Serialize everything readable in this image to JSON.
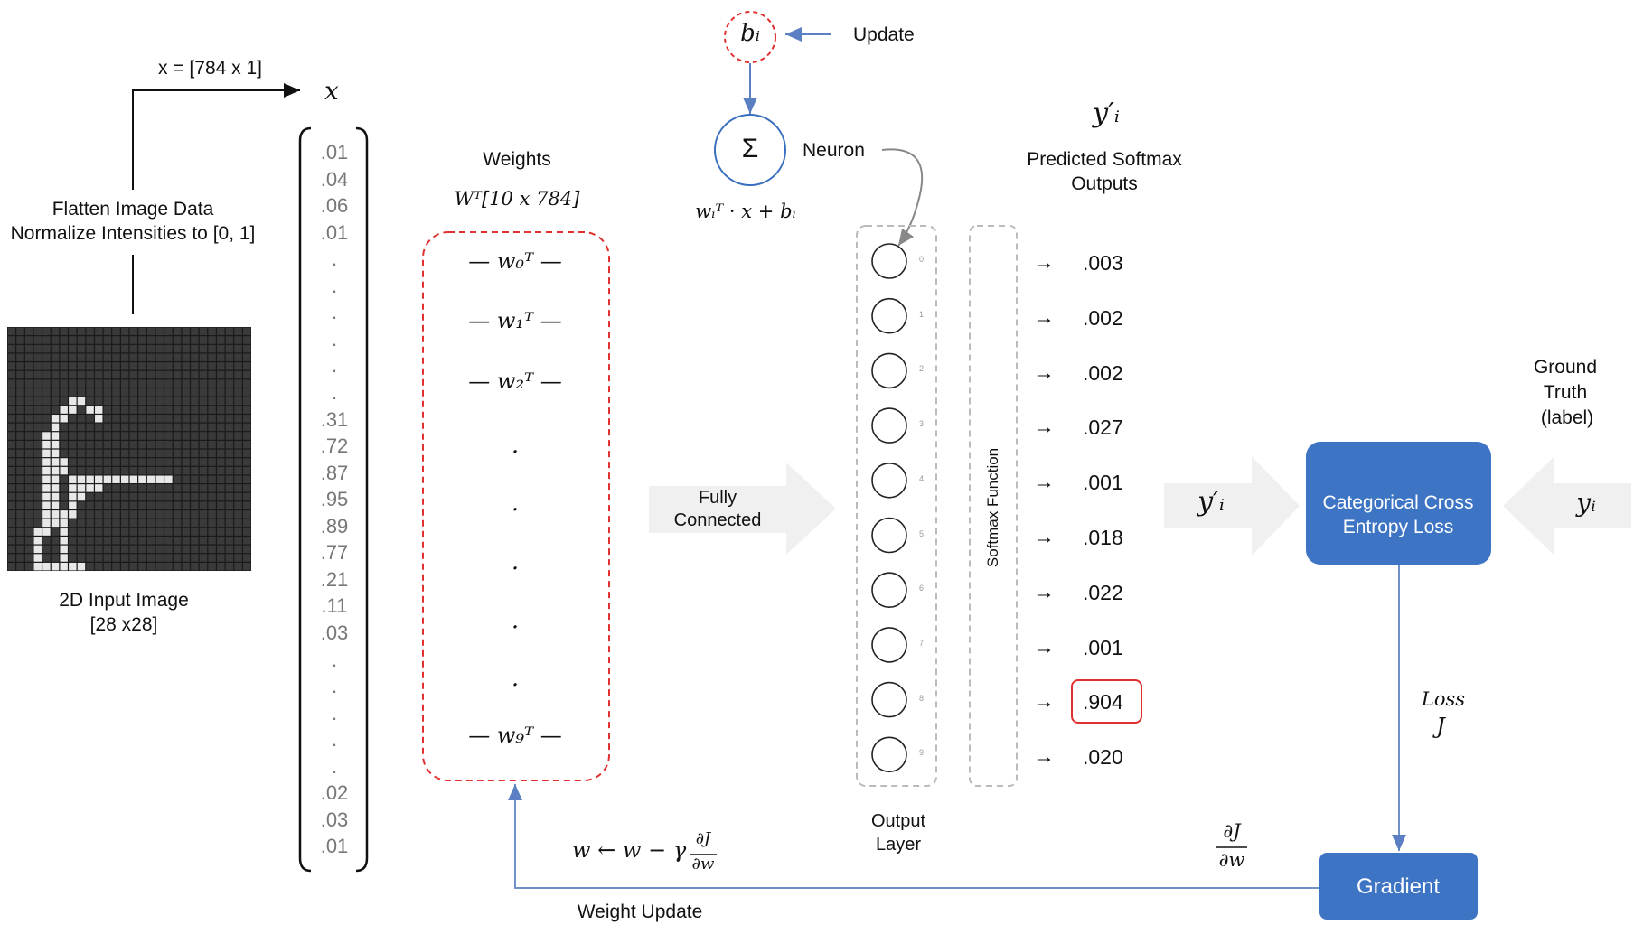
{
  "input_image": {
    "caption_line1": "2D Input Image",
    "caption_line2": "[28 x28]",
    "digit_pixels": [
      [
        7,
        8
      ],
      [
        8,
        8
      ],
      [
        6,
        9
      ],
      [
        7,
        9
      ],
      [
        9,
        9
      ],
      [
        10,
        9
      ],
      [
        5,
        10
      ],
      [
        6,
        10
      ],
      [
        10,
        10
      ],
      [
        5,
        11
      ],
      [
        4,
        12
      ],
      [
        5,
        12
      ],
      [
        4,
        13
      ],
      [
        5,
        13
      ],
      [
        4,
        14
      ],
      [
        5,
        14
      ],
      [
        4,
        15
      ],
      [
        5,
        15
      ],
      [
        6,
        15
      ],
      [
        4,
        16
      ],
      [
        5,
        16
      ],
      [
        6,
        16
      ],
      [
        4,
        17
      ],
      [
        5,
        17
      ],
      [
        7,
        17
      ],
      [
        8,
        17
      ],
      [
        9,
        17
      ],
      [
        10,
        17
      ],
      [
        11,
        17
      ],
      [
        12,
        17
      ],
      [
        13,
        17
      ],
      [
        14,
        17
      ],
      [
        15,
        17
      ],
      [
        16,
        17
      ],
      [
        17,
        17
      ],
      [
        18,
        17
      ],
      [
        4,
        18
      ],
      [
        5,
        18
      ],
      [
        7,
        18
      ],
      [
        8,
        18
      ],
      [
        9,
        18
      ],
      [
        10,
        18
      ],
      [
        4,
        19
      ],
      [
        5,
        19
      ],
      [
        7,
        19
      ],
      [
        8,
        19
      ],
      [
        4,
        20
      ],
      [
        5,
        20
      ],
      [
        7,
        20
      ],
      [
        4,
        21
      ],
      [
        5,
        21
      ],
      [
        6,
        21
      ],
      [
        7,
        21
      ],
      [
        4,
        22
      ],
      [
        5,
        22
      ],
      [
        6,
        22
      ],
      [
        3,
        23
      ],
      [
        4,
        23
      ],
      [
        6,
        23
      ],
      [
        3,
        24
      ],
      [
        6,
        24
      ],
      [
        3,
        25
      ],
      [
        6,
        25
      ],
      [
        3,
        26
      ],
      [
        6,
        26
      ],
      [
        3,
        27
      ],
      [
        4,
        27
      ],
      [
        5,
        27
      ],
      [
        6,
        27
      ],
      [
        7,
        27
      ],
      [
        8,
        27
      ],
      [
        3,
        28
      ],
      [
        4,
        28
      ],
      [
        5,
        28
      ],
      [
        6,
        28
      ],
      [
        7,
        28
      ]
    ]
  },
  "flatten": {
    "line1": "Flatten Image Data",
    "line2": "Normalize Intensities to [0, 1]",
    "dim_label": "x = [784 x 1]",
    "x_symbol": "x"
  },
  "vector_values": [
    ".01",
    ".04",
    ".06",
    ".01",
    ".",
    ".",
    ".",
    ".",
    ".",
    ".",
    ".31",
    ".72",
    ".87",
    ".95",
    ".89",
    ".77",
    ".21",
    ".11",
    ".03",
    ".",
    ".",
    ".",
    ".",
    ".",
    ".02",
    ".03",
    ".01"
  ],
  "weights": {
    "title": "Weights",
    "matrix_label": "Wᵀ[10 x 784]",
    "rows": [
      "— w₀ᵀ —",
      "— w₁ᵀ —",
      "— w₂ᵀ —",
      ".",
      ".",
      ".",
      ".",
      ".",
      "— w₉ᵀ —"
    ]
  },
  "fully_connected": {
    "line1": "Fully",
    "line2": "Connected"
  },
  "neuron": {
    "bias_symbol": "bᵢ",
    "update_label": "Update",
    "sum_symbol": "Σ",
    "neuron_label": "Neuron",
    "formula": "wᵢᵀ · x + bᵢ"
  },
  "output_layer": {
    "line1": "Output",
    "line2": "Layer",
    "node_indices": [
      "0",
      "1",
      "2",
      "3",
      "4",
      "5",
      "6",
      "7",
      "8",
      "9"
    ]
  },
  "softmax": {
    "label": "Softmax Function"
  },
  "predicted": {
    "symbol": "y′ᵢ",
    "line1": "Predicted Softmax",
    "line2": "Outputs",
    "arrow": "→",
    "values": [
      ".003",
      ".002",
      ".002",
      ".027",
      ".001",
      ".018",
      ".022",
      ".001",
      ".904",
      ".020"
    ],
    "highlight_index": 8
  },
  "loss": {
    "input_symbol": "y′ᵢ",
    "box_line1": "Categorical Cross",
    "box_line2": "Entropy Loss",
    "truth_line1": "Ground",
    "truth_line2": "Truth",
    "truth_line3": "(label)",
    "truth_symbol": "yᵢ",
    "loss_label1": "Loss",
    "loss_label2": "J"
  },
  "gradient": {
    "box_label": "Gradient",
    "deriv_num": "∂J",
    "deriv_den": "∂w",
    "update_rule_left": "w ← w  − γ",
    "update_rule_num": "∂J",
    "update_rule_den": "∂w",
    "weight_update_label": "Weight Update"
  },
  "colors": {
    "box_blue": "#3d74c4",
    "dashed_red": "#e03030",
    "neuron_blue": "#3a6fbf",
    "fc_arrow_gray": "#f0f0f0",
    "line_blue": "#6f90c8"
  }
}
